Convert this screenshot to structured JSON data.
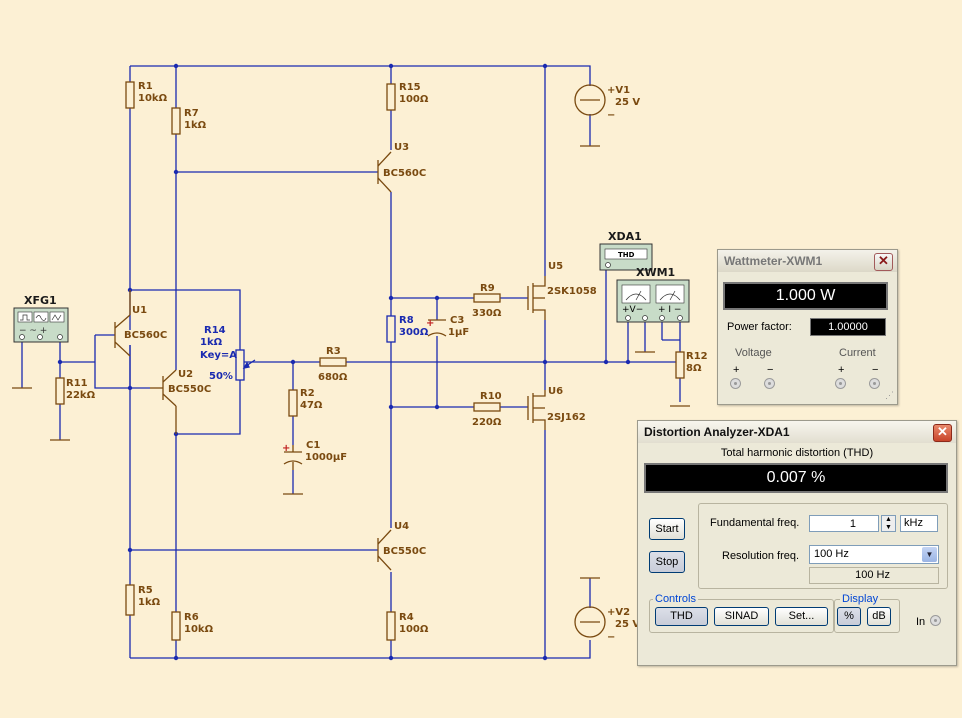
{
  "components": {
    "R1": {
      "ref": "R1",
      "value": "10kΩ"
    },
    "R7": {
      "ref": "R7",
      "value": "1kΩ"
    },
    "R15": {
      "ref": "R15",
      "value": "100Ω"
    },
    "V1": {
      "ref": "+V1",
      "value": "25 V",
      "minus": "−"
    },
    "U3": {
      "ref": "U3",
      "value": "BC560C"
    },
    "XDA1": {
      "ref": "XDA1",
      "face": "THD"
    },
    "XWM1": {
      "ref": "XWM1",
      "face_v": "+V−",
      "face_i": "+ I −"
    },
    "U5": {
      "ref": "U5",
      "value": "2SK1058"
    },
    "R9": {
      "ref": "R9",
      "value": "330Ω"
    },
    "R8": {
      "ref": "R8",
      "value": "300Ω"
    },
    "C3": {
      "ref": "C3",
      "value": "1µF",
      "plus": "+"
    },
    "XFG1": {
      "ref": "XFG1",
      "pins": "− ~ +"
    },
    "U1": {
      "ref": "U1",
      "value": "BC560C"
    },
    "R14": {
      "ref": "R14",
      "value": "1kΩ",
      "key": "Key=A",
      "pct": "50%"
    },
    "R3": {
      "ref": "R3",
      "value": "680Ω"
    },
    "R12": {
      "ref": "R12",
      "value": "8Ω"
    },
    "R11": {
      "ref": "R11",
      "value": "22kΩ"
    },
    "U2": {
      "ref": "U2",
      "value": "BC550C"
    },
    "R2": {
      "ref": "R2",
      "value": "47Ω"
    },
    "R10": {
      "ref": "R10",
      "value": "220Ω"
    },
    "U6": {
      "ref": "U6",
      "value": "2SJ162"
    },
    "C1": {
      "ref": "C1",
      "value": "1000µF",
      "plus": "+"
    },
    "U4": {
      "ref": "U4",
      "value": "BC550C"
    },
    "R5": {
      "ref": "R5",
      "value": "1kΩ"
    },
    "R6": {
      "ref": "R6",
      "value": "10kΩ"
    },
    "R4": {
      "ref": "R4",
      "value": "100Ω"
    },
    "V2": {
      "ref": "+V2",
      "value": "25 V",
      "minus": "−"
    }
  },
  "wattmeter": {
    "title": "Wattmeter-XWM1",
    "reading": "1.000 W",
    "pf_label": "Power factor:",
    "pf_value": "1.00000",
    "voltage_label": "Voltage",
    "current_label": "Current",
    "plus": "+",
    "minus": "−"
  },
  "distortion": {
    "title": "Distortion Analyzer-XDA1",
    "thd_header": "Total harmonic distortion (THD)",
    "reading": "0.007 %",
    "start_label": "Start",
    "stop_label": "Stop",
    "fund_label": "Fundamental freq.",
    "fund_value": "1",
    "fund_unit": "kHz",
    "res_label": "Resolution freq.",
    "res_value": "100 Hz",
    "res_display": "100 Hz",
    "controls_label": "Controls",
    "thd_btn": "THD",
    "sinad_btn": "SINAD",
    "set_btn": "Set...",
    "display_label": "Display",
    "pct_btn": "%",
    "db_btn": "dB",
    "in_label": "In"
  },
  "colors": {
    "background": "#fcf0d4",
    "wire": "#1a2ab0",
    "part": "#7a4a10",
    "title_active": "#1a1a1a",
    "title_inactive": "#777777"
  }
}
